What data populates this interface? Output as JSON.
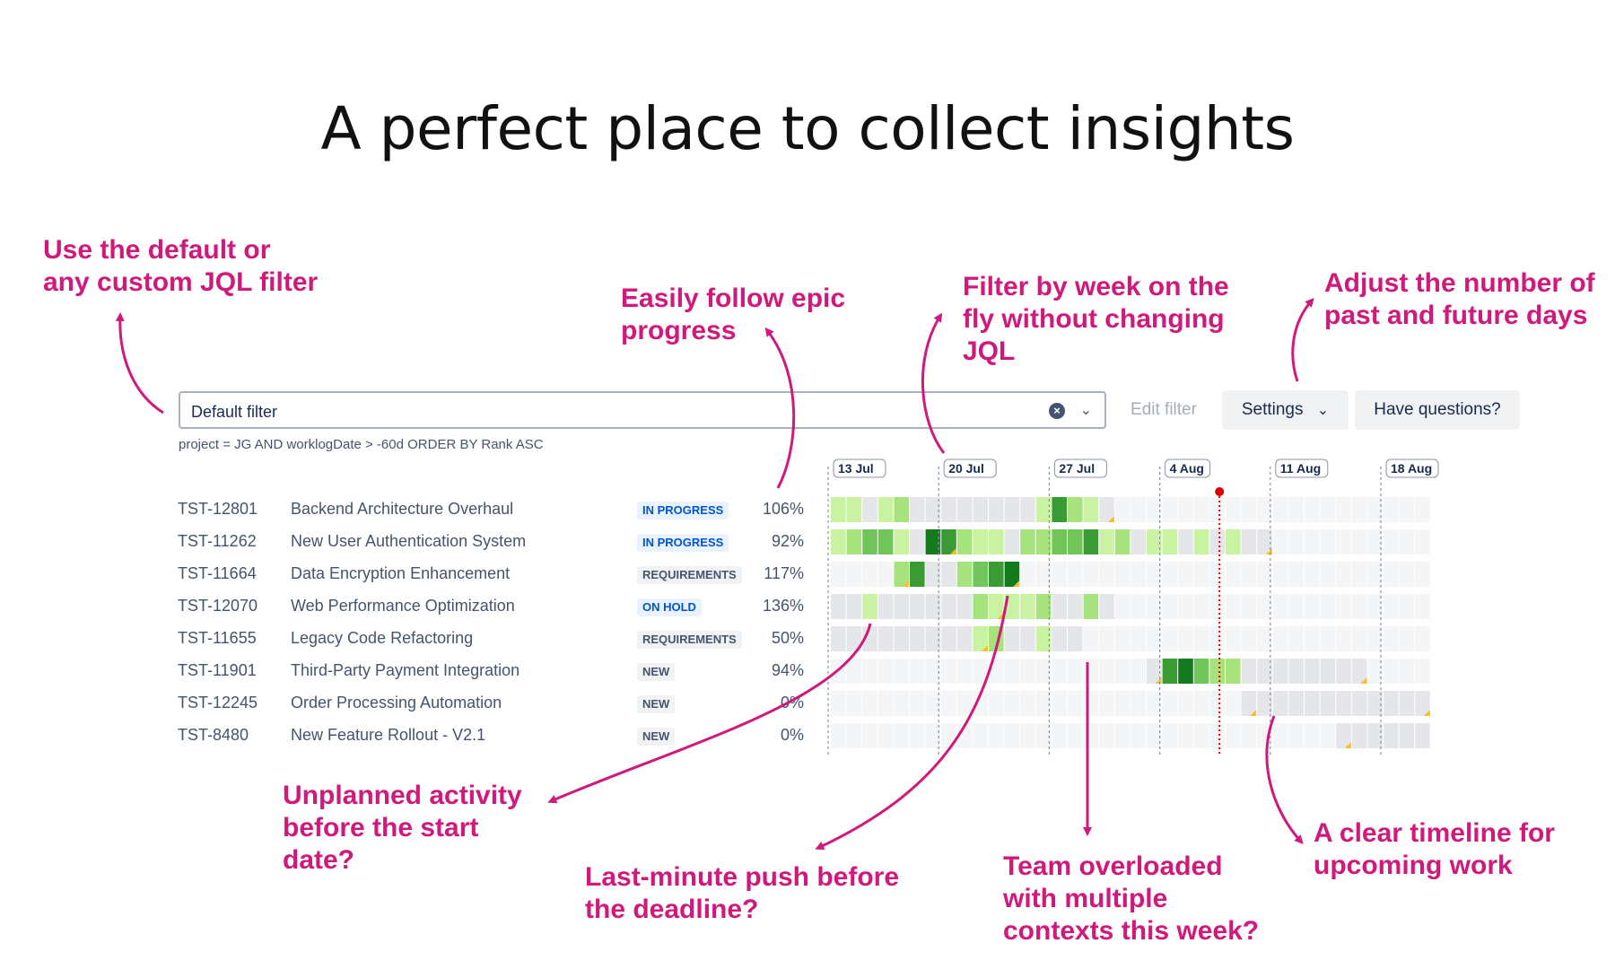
{
  "title": "A perfect place to collect insights",
  "notes": {
    "jql_filter": "Use the default or\nany custom JQL filter",
    "epic_progress": "Easily follow epic\nprogress",
    "filter_by_week": "Filter by week on the\nfly without changing\nJQL",
    "adjust_days": "Adjust the number of\npast and future days",
    "unplanned": "Unplanned activity\nbefore the start\ndate?",
    "last_minute": "Last-minute push before\nthe deadline?",
    "overloaded": "Team overloaded\nwith multiple\ncontexts this week?",
    "timeline": "A clear timeline for\nupcoming work"
  },
  "toolbar": {
    "filter_value": "Default filter",
    "edit_filter_label": "Edit filter",
    "settings_label": "Settings",
    "questions_label": "Have questions?",
    "jql": "project = JG AND worklogDate > -60d ORDER BY Rank ASC"
  },
  "weeks": [
    "13 Jul",
    "20 Jul",
    "27 Jul",
    "4 Aug",
    "11 Aug",
    "18 Aug"
  ],
  "rows": [
    {
      "key": "TST-12801",
      "name": "Backend Architecture Overhaul",
      "status": "IN PROGRESS",
      "status_kind": "inprogress",
      "progress": "106%"
    },
    {
      "key": "TST-11262",
      "name": "New User Authentication System",
      "status": "IN PROGRESS",
      "status_kind": "inprogress",
      "progress": "92%"
    },
    {
      "key": "TST-11664",
      "name": "Data Encryption Enhancement",
      "status": "REQUIREMENTS",
      "status_kind": "requirements",
      "progress": "117%"
    },
    {
      "key": "TST-12070",
      "name": "Web Performance Optimization",
      "status": "ON HOLD",
      "status_kind": "onhold",
      "progress": "136%"
    },
    {
      "key": "TST-11655",
      "name": "Legacy Code Refactoring",
      "status": "REQUIREMENTS",
      "status_kind": "requirements",
      "progress": "50%"
    },
    {
      "key": "TST-11901",
      "name": "Third-Party Payment Integration",
      "status": "NEW",
      "status_kind": "new",
      "progress": "94%"
    },
    {
      "key": "TST-12245",
      "name": "Order Processing Automation",
      "status": "NEW",
      "status_kind": "new",
      "progress": "0%"
    },
    {
      "key": "TST-8480",
      "name": "New Feature Rollout - V2.1",
      "status": "NEW",
      "status_kind": "new",
      "progress": "0%"
    }
  ],
  "colors": {
    "accent": "#cf1a7b",
    "today_marker": "#e00000",
    "heat": [
      "#f4f5f7",
      "#e4e6e9",
      "#c9f2a3",
      "#a6e37c",
      "#71c55a",
      "#3a9b35",
      "#137a1e"
    ],
    "deadline_flag": "#f6c02c"
  },
  "heatmap": {
    "days": 38,
    "today_index": 24,
    "cells": [
      [
        2,
        2,
        0,
        2,
        3,
        1,
        1,
        1,
        1,
        1,
        1,
        1,
        1,
        2,
        5,
        3,
        2,
        1
      ],
      [
        2,
        3,
        4,
        4,
        2,
        0,
        6,
        5,
        3,
        2,
        2,
        1,
        3,
        3,
        4,
        4,
        5,
        2,
        3,
        1,
        2,
        2,
        1,
        2,
        0,
        2,
        1,
        1
      ],
      [
        0,
        0,
        0,
        0,
        3,
        5,
        0,
        0,
        3,
        4,
        5,
        6
      ],
      [
        0,
        0,
        2,
        0,
        0,
        0,
        0,
        0,
        0,
        3,
        2,
        2,
        2,
        3,
        1,
        1,
        3,
        1
      ],
      [
        0,
        0,
        0,
        0,
        0,
        0,
        0,
        0,
        0,
        2,
        3,
        1,
        1,
        2,
        1,
        1
      ],
      [
        0,
        0,
        0,
        0,
        0,
        0,
        0,
        0,
        0,
        0,
        0,
        0,
        0,
        0,
        0,
        0,
        0,
        0,
        0,
        0,
        1,
        5,
        6,
        4,
        3,
        3,
        1,
        1,
        1,
        1,
        1,
        1,
        1,
        1
      ],
      [
        0,
        0,
        0,
        0,
        0,
        0,
        0,
        0,
        0,
        0,
        0,
        0,
        0,
        0,
        0,
        0,
        0,
        0,
        0,
        0,
        0,
        0,
        0,
        0,
        0,
        1,
        1,
        1,
        1,
        1,
        1,
        1,
        1,
        1,
        1,
        1,
        1,
        1
      ],
      [
        0,
        0,
        0,
        0,
        0,
        0,
        0,
        0,
        0,
        0,
        0,
        0,
        0,
        0,
        0,
        0,
        0,
        0,
        0,
        0,
        0,
        0,
        0,
        0,
        0,
        0,
        0,
        0,
        0,
        0,
        0,
        0,
        1,
        1,
        1,
        1,
        1,
        1
      ]
    ],
    "active_start": [
      0,
      0,
      4,
      0,
      0,
      20,
      26,
      32
    ],
    "active_end": [
      17,
      27,
      11,
      17,
      15,
      33,
      37,
      37
    ],
    "flags": [
      [
        17
      ],
      [
        7,
        27
      ],
      [
        4,
        11
      ],
      [
        10
      ],
      [
        9
      ],
      [
        20,
        33
      ],
      [
        26,
        37
      ],
      [
        32
      ]
    ]
  },
  "icons": {
    "clear": "×",
    "chevron": "⌄"
  }
}
